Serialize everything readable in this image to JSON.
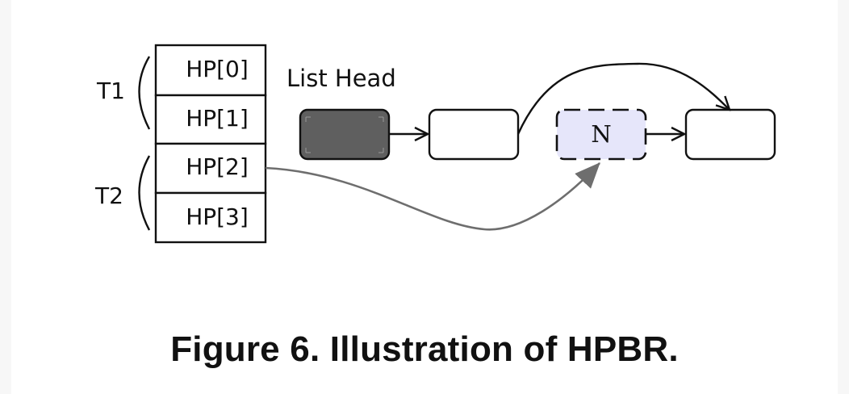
{
  "threads": {
    "t1_label": "T1",
    "t2_label": "T2"
  },
  "hazard_pointers": [
    "HP[0]",
    "HP[1]",
    "HP[2]",
    "HP[3]"
  ],
  "list": {
    "head_label": "List Head",
    "node_n_label": "N"
  },
  "colors": {
    "head_fill": "#5f5f5f",
    "node_n_fill": "#e6e6fa",
    "hp_arrow": "#6e6e6e",
    "stroke": "#111111"
  },
  "caption": "Figure 6. Illustration of HPBR."
}
